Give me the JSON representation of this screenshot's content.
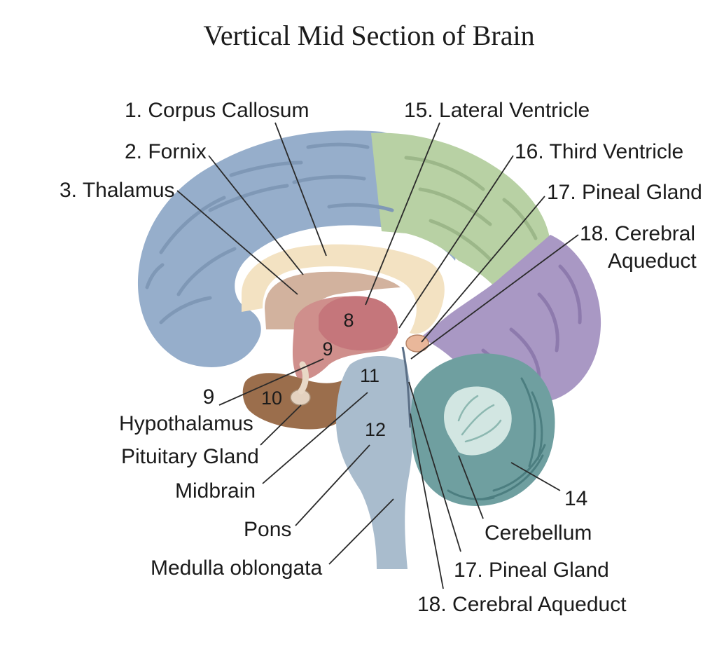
{
  "title": "Vertical Mid Section of Brain",
  "colors": {
    "frontal": "#96aecb",
    "parietal": "#b8d1a4",
    "occipital": "#a998c4",
    "corpus_callosum": "#f3e2c2",
    "thalamus": "#d2b29e",
    "hypothalamus": "#cf8f8c",
    "third_ventricle": "#c5767b",
    "temporal": "#9b6e4c",
    "brainstem": "#a9bccd",
    "cerebellum": "#6f9fa0",
    "arbor": "#d2e6e2"
  },
  "labels": {
    "l1": "1. Corpus Callosum",
    "l2": "2. Fornix",
    "l3": "3. Thalamus",
    "l15": "15. Lateral Ventricle",
    "l16": "16. Third Ventricle",
    "l17": "17. Pineal Gland",
    "l18a": "18. Cerebral",
    "l18b": "Aqueduct",
    "l9num": "9",
    "l9": "Hypothalamus",
    "lpit": "Pituitary Gland",
    "lmid": "Midbrain",
    "lpons": "Pons",
    "lmed": "Medulla oblongata",
    "l14": "14",
    "lcer": "Cerebellum",
    "l17b": "17. Pineal Gland",
    "l18b2": "18. Cerebral Aqueduct"
  },
  "markers": {
    "m8": "8",
    "m9": "9",
    "m10": "10",
    "m11": "11",
    "m12": "12"
  }
}
